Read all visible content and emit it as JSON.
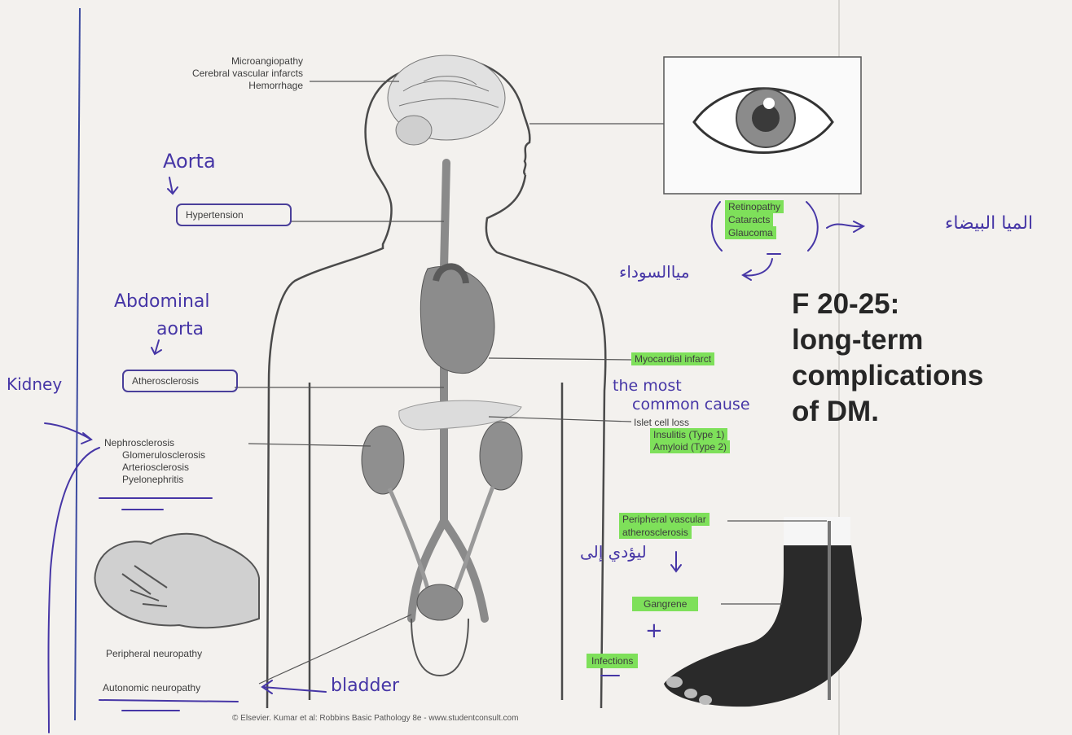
{
  "figure": {
    "caption_lines": [
      "F 20-25:",
      "long-term",
      "complications",
      "of DM."
    ],
    "footer": "© Elsevier. Kumar et al: Robbins Basic Pathology 8e - www.studentconsult.com"
  },
  "labels": {
    "brain": [
      "Microangiopathy",
      "Cerebral vascular infarcts",
      "Hemorrhage"
    ],
    "hypertension": "Hypertension",
    "atherosclerosis": "Atherosclerosis",
    "kidney": [
      "Nephrosclerosis",
      "Glomerulosclerosis",
      "Arteriosclerosis",
      "Pyelonephritis"
    ],
    "peripheral_neuropathy": "Peripheral neuropathy",
    "autonomic_neuropathy": "Autonomic neuropathy",
    "eye": [
      "Retinopathy",
      "Cataracts",
      "Glaucoma"
    ],
    "myocardial": "Myocardial infarct",
    "islet": [
      "Islet cell loss",
      "Insulitis (Type 1)",
      "Amyloid (Type 2)"
    ],
    "peripheral_vascular": [
      "Peripheral vascular",
      "atherosclerosis"
    ],
    "gangrene": "Gangrene",
    "plus": "+",
    "infections": "Infections"
  },
  "handwriting": {
    "aorta": "Aorta",
    "abdominal": "Abdominal",
    "abdominal_aorta": "aorta",
    "kidney": "Kidney",
    "most_common_1": "the most",
    "most_common_2": "common cause",
    "bladder": "bladder",
    "white_water": "الميا البيضاء",
    "black_water": "مياالسوداء",
    "leads_to": "ليؤدي إلى"
  },
  "colors": {
    "ink": "#4636a6",
    "highlight": "#7ee05a",
    "organ_fill": "#8c8c8c",
    "caption": "#262626"
  }
}
